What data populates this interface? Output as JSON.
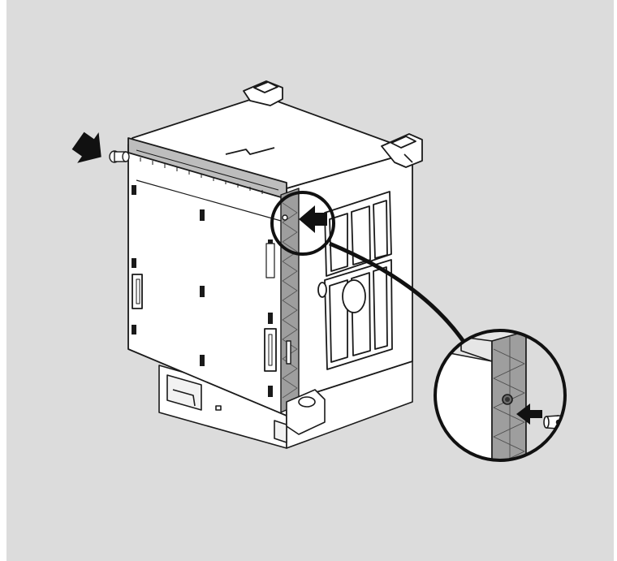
{
  "figure": {
    "subject": "printer-unit-screw-removal",
    "colors": {
      "background": "#dcdcdc",
      "body": "#ffffff",
      "outline": "#1a1a1a",
      "shadow": "#bdbdbd",
      "rubber_strip": "#9e9e9e",
      "arrow": "#111111"
    },
    "callouts": [
      {
        "name": "left-screw",
        "icon": "arrow-icon"
      },
      {
        "name": "right-screw",
        "icon": "arrow-icon"
      },
      {
        "name": "detail-zoom",
        "icon": "magnify-circle-icon"
      }
    ]
  }
}
